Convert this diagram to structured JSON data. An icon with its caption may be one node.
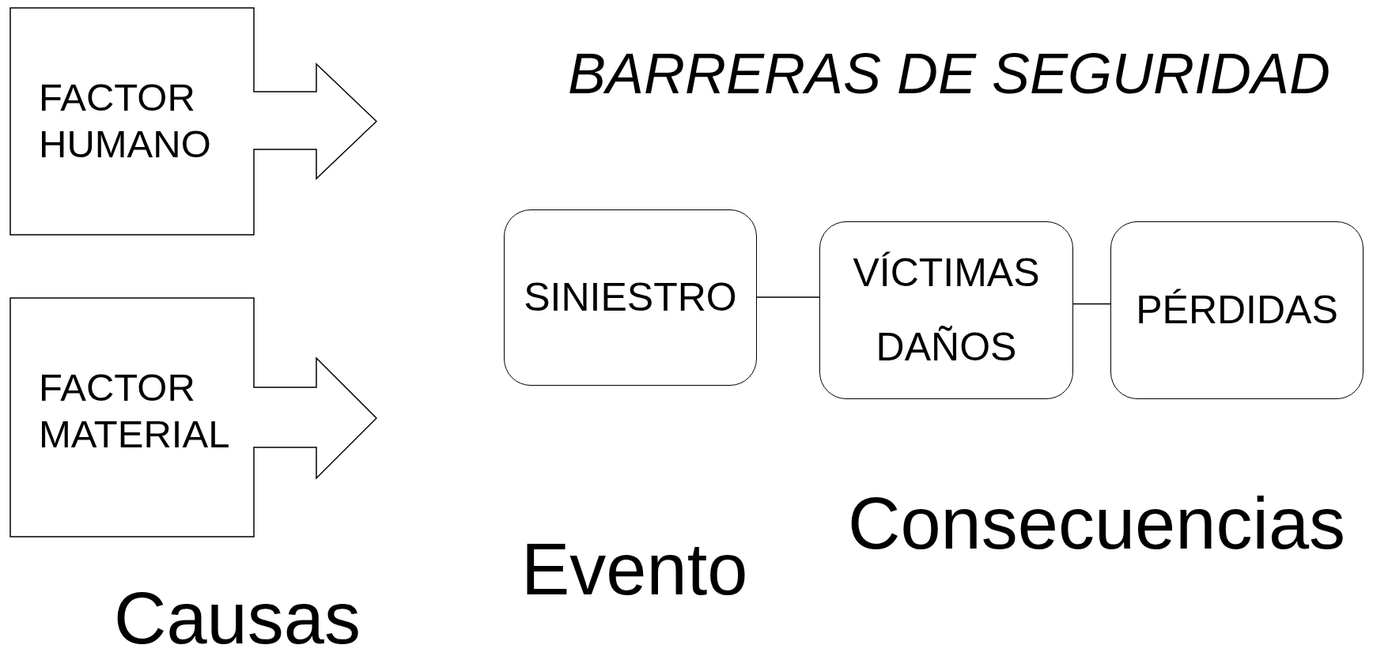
{
  "diagram": {
    "title": "BARRERAS DE SEGURIDAD",
    "nodes": [
      {
        "text": [
          "FACTOR HUMANO"
        ]
      },
      {
        "text": [
          "FACTOR MATERIAL"
        ]
      },
      {
        "text": [
          "SINIESTRO"
        ]
      },
      {
        "text": [
          "VÍCTIMAS",
          "DAÑOS"
        ]
      },
      {
        "text": [
          "PÉRDIDAS"
        ]
      }
    ],
    "edges": [
      {
        "from": 2,
        "to": 3,
        "arrow": "none"
      },
      {
        "from": 3,
        "to": 4,
        "arrow": "none"
      }
    ],
    "labels": [
      "Causas",
      "Evento",
      "Consecuencias"
    ]
  }
}
